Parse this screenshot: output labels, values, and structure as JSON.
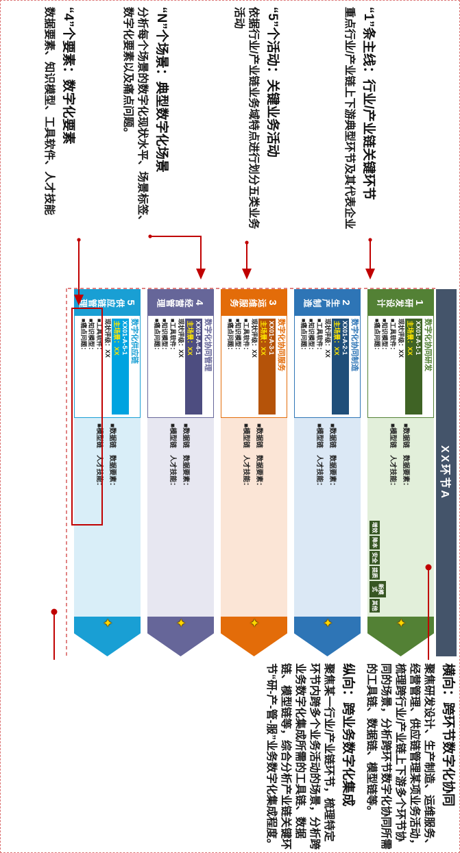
{
  "banner": {
    "label": "XX环节A"
  },
  "callouts_left": [
    {
      "title": "“1”条主线：行业/产业链关键环节",
      "body": "重点行业/产业链上下游典型环节及其代表企业"
    },
    {
      "title": "“5”个活动：关键业务活动",
      "body": "依据行业/产业链业务域特点进行划分五类业务活动"
    },
    {
      "title": "“N”个场景：典型数字化场景",
      "body": "分析每个场景的数字化现状水平、场景标签、数字化要素以及痛点问题。"
    },
    {
      "title": "“4”个要素：数字化要素",
      "body": "数据要素、知识模型、工具软件、人才技能"
    }
  ],
  "callouts_right": [
    {
      "title": "横向：跨环节数字化协同",
      "body": "聚焦研发设计、生产制造、运维服务、经营管理、供应链管理某项业务活动，梳理跨行业/产业链上下游多个环节协同的场景，分析跨环节数字化协同所需的工具链、数据链、模型链等。"
    },
    {
      "title": "纵向：跨业务数字化集成",
      "body": "聚焦某一行业/产业链环节，梳理特定环节内跨多个业务活动的场景，分析跨业务数字化集成所需的工具链、数据链、模型链等，综合分析产业链关键环节“研-产-管-服”业务数字化集成程度。"
    }
  ],
  "rows": [
    {
      "num": "1",
      "name": "研发设计",
      "card_title": "数字化协同研发",
      "code": "XX01-A-1-1",
      "scene": "主场景：XX",
      "rating": "现状评级：XX",
      "tools": "■工具软件：",
      "knowledge": "■知识模型：",
      "pain": "■痛点问题：",
      "chain_data": "■数据链",
      "chain_model": "■模型链",
      "element_data": "数据要素：",
      "element_talent": "人才技能："
    },
    {
      "num": "2",
      "name": "生产制造",
      "card_title": "数字化协同制造",
      "code": "XX01-A-2-1",
      "scene": "主场景：XX",
      "rating": "现状评级：XX",
      "tools": "■工具软件：",
      "knowledge": "■知识模型：",
      "pain": "■痛点问题：",
      "chain_data": "■数据链",
      "chain_model": "■模型链",
      "element_data": "数据要素：",
      "element_talent": "人才技能："
    },
    {
      "num": "3",
      "name": "运维服务",
      "card_title": "数字化协同服务",
      "code": "XX01-A-3-1",
      "scene": "主场景：XX",
      "rating": "现状评级：XX",
      "tools": "■工具软件：",
      "knowledge": "■知识模型：",
      "pain": "■痛点问题：",
      "chain_data": "■数据链",
      "chain_model": "■模型链",
      "element_data": "数据要素：",
      "element_talent": "人才技能："
    },
    {
      "num": "4",
      "name": "经营管理",
      "card_title": "数字化协同管理",
      "code": "XX01-A-4-1",
      "scene": "主场景：XX",
      "rating": "现状评级：XX",
      "tools": "■工具软件：",
      "knowledge": "■知识模型：",
      "pain": "■痛点问题：",
      "chain_data": "■数据链",
      "chain_model": "■模型链",
      "element_data": "数据要素：",
      "element_talent": "人才技能："
    },
    {
      "num": "5",
      "name": "供应链管理",
      "card_title": "数字化供应链",
      "code": "XX01-A-5-1",
      "scene": "主场景：XX",
      "rating": "现状评级：XX",
      "tools": "■工具软件：",
      "knowledge": "■知识模型：",
      "pain": "■痛点问题：",
      "chain_data": "■数据链",
      "chain_model": "■模型链",
      "element_data": "数据要素：",
      "element_talent": "人才技能："
    }
  ],
  "tags": [
    "增效",
    "降本",
    "安全",
    "提质",
    "新模式",
    "其他"
  ],
  "icons": {
    "star": "✦"
  },
  "colors": {
    "annotation_red": "#c00000",
    "banner_bg": "#44546a",
    "row1_accent": "#538135",
    "row2_accent": "#2e75b6",
    "row3_accent": "#e36c09",
    "row4_accent": "#666699",
    "row5_accent": "#199fd4",
    "star_yellow": "#ffd700",
    "scene_text_yellow": "#ffe600"
  }
}
